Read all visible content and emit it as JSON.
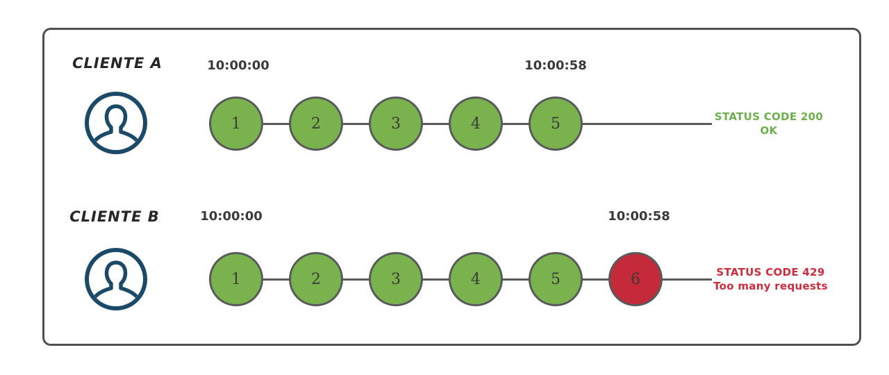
{
  "colors": {
    "success_fill": "#7ab34e",
    "blocked_fill": "#c52a3a",
    "circle_border": "#58595b",
    "connector": "#58595b",
    "status_ok_text": "#6cb04e",
    "status_err_text": "#ce2c3c",
    "avatar_navy": "#1b4a68",
    "frame_border": "#4f4f4f",
    "timestamp_text": "#3a3a3a",
    "label_text": "#262626"
  },
  "rows": [
    {
      "id": "client-a",
      "client_label": "CLIENTE A",
      "start_time": "10:00:00",
      "end_time": "10:00:58",
      "requests": [
        {
          "number": "1",
          "state": "success"
        },
        {
          "number": "2",
          "state": "success"
        },
        {
          "number": "3",
          "state": "success"
        },
        {
          "number": "4",
          "state": "success"
        },
        {
          "number": "5",
          "state": "success"
        }
      ],
      "status": {
        "line1": "STATUS CODE 200",
        "line2": "OK",
        "tone": "success"
      }
    },
    {
      "id": "client-b",
      "client_label": "CLIENTE B",
      "start_time": "10:00:00",
      "end_time": "10:00:58",
      "requests": [
        {
          "number": "1",
          "state": "success"
        },
        {
          "number": "2",
          "state": "success"
        },
        {
          "number": "3",
          "state": "success"
        },
        {
          "number": "4",
          "state": "success"
        },
        {
          "number": "5",
          "state": "success"
        },
        {
          "number": "6",
          "state": "blocked"
        }
      ],
      "status": {
        "line1": "STATUS CODE 429",
        "line2": "Too many requests",
        "tone": "error"
      }
    }
  ]
}
